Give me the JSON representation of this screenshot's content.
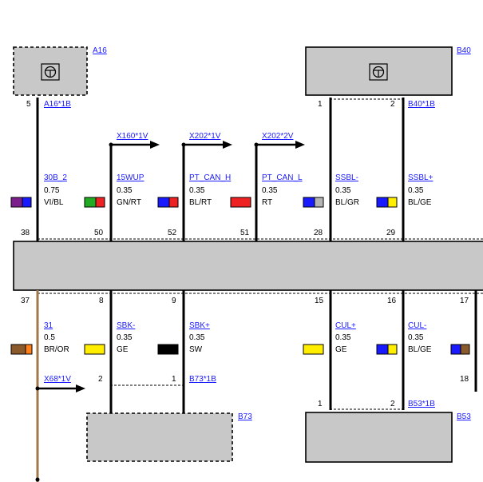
{
  "components": {
    "a16": {
      "id": "A16",
      "connector": "A16*1B",
      "pin": "5"
    },
    "b40": {
      "id": "B40",
      "connector": "B40*1B",
      "pins": [
        "1",
        "2"
      ]
    },
    "b73": {
      "id": "B73",
      "connector": "B73*1B",
      "pins": [
        "2",
        "1"
      ]
    },
    "b53": {
      "id": "B53",
      "connector": "B53*1B",
      "pins": [
        "1",
        "2"
      ]
    }
  },
  "top_connectors": {
    "x160": "X160*1V",
    "x202_1": "X202*1V",
    "x202_2": "X202*2V"
  },
  "bottom_connectors": {
    "x68": "X68*1V"
  },
  "top_wires": [
    {
      "signal": "30B_2",
      "gauge": "0.75",
      "color": "VI/BL",
      "swatch": [
        "#7a1f8c",
        "#1a1aff"
      ],
      "bus_pin": "38"
    },
    {
      "signal": "15WUP",
      "gauge": "0.35",
      "color": "GN/RT",
      "swatch": [
        "#22aa22",
        "#ee2222"
      ],
      "bus_pin": "50"
    },
    {
      "signal": "PT_CAN_H",
      "gauge": "0.35",
      "color": "BL/RT",
      "swatch": [
        "#1a1aff",
        "#ee2222"
      ],
      "bus_pin": "52"
    },
    {
      "signal": "PT_CAN_L",
      "gauge": "0.35",
      "color": "RT",
      "swatch": [
        "#ee2222",
        "#ee2222"
      ],
      "bus_pin": "51"
    },
    {
      "signal": "SSBL-",
      "gauge": "0.35",
      "color": "BL/GR",
      "swatch": [
        "#1a1aff",
        "#b4b4b4"
      ],
      "bus_pin": "28"
    },
    {
      "signal": "SSBL+",
      "gauge": "0.35",
      "color": "BL/GE",
      "swatch": [
        "#1a1aff",
        "#ffee00"
      ],
      "bus_pin": "29"
    }
  ],
  "bottom_wires": [
    {
      "signal": "31",
      "gauge": "0.5",
      "color": "BR/OR",
      "swatch": [
        "#8b5a2b",
        "#ff7f1a"
      ],
      "bus_pin": "37"
    },
    {
      "signal": "SBK-",
      "gauge": "0.35",
      "color": "GE",
      "swatch": [
        "#ffee00",
        "#ffee00"
      ],
      "bus_pin": "8"
    },
    {
      "signal": "SBK+",
      "gauge": "0.35",
      "color": "SW",
      "swatch": [
        "#000000",
        "#000000"
      ],
      "bus_pin": "9"
    },
    {
      "signal": "CUL+",
      "gauge": "0.35",
      "color": "GE",
      "swatch": [
        "#ffee00",
        "#ffee00"
      ],
      "bus_pin": "15"
    },
    {
      "signal": "CUL-",
      "gauge": "0.35",
      "color": "BL/GE",
      "swatch": [
        "#1a1aff",
        "#ffee00"
      ],
      "bus_pin": "16"
    },
    {
      "signal": "",
      "gauge": "",
      "color": "",
      "swatch": [
        "#1a1aff",
        "#8b5a2b"
      ],
      "bus_pin": "17"
    }
  ],
  "extra_pins": {
    "right_edge": "18"
  },
  "colors": {
    "component_fill": "#c8c8c8",
    "link_blue": "#1a1aff",
    "brown_wire": "#a0784a"
  }
}
